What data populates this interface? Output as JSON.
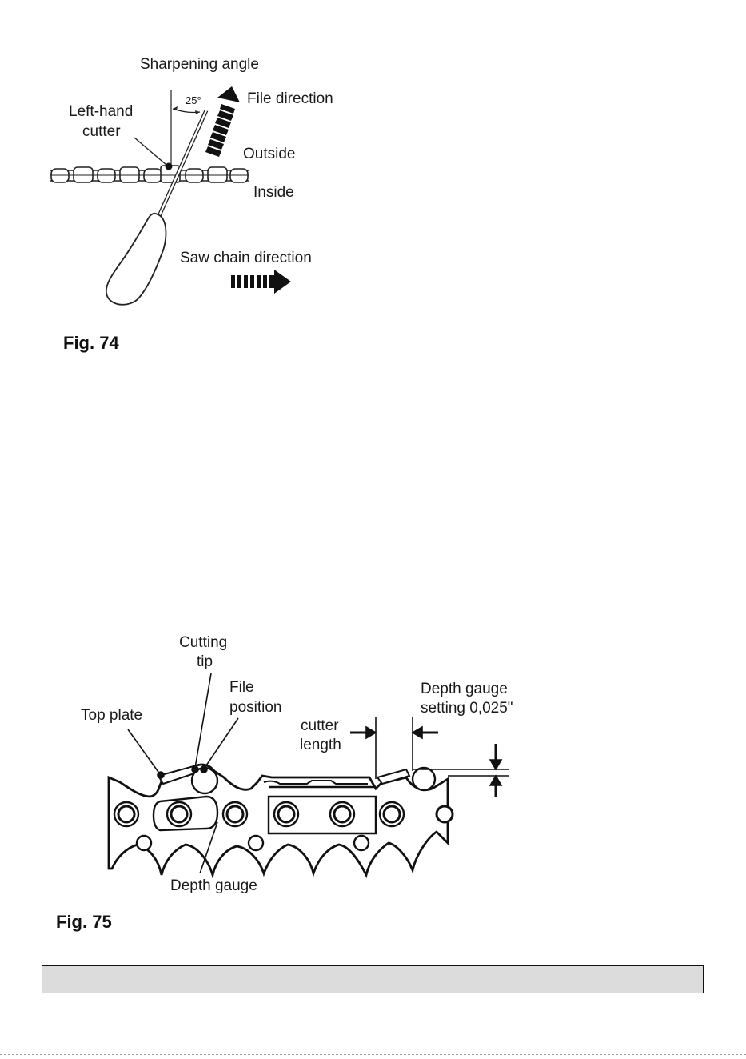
{
  "fig74": {
    "caption": "Fig. 74",
    "sharpening_angle": "Sharpening angle",
    "angle_value": "25°",
    "left_hand_cutter": [
      "Left-hand",
      "cutter"
    ],
    "file_direction": "File direction",
    "outside": "Outside",
    "inside": "Inside",
    "saw_chain_direction": "Saw chain direction"
  },
  "fig75": {
    "caption": "Fig. 75",
    "cutting_tip": [
      "Cutting",
      "tip"
    ],
    "file_position": [
      "File",
      "position"
    ],
    "top_plate": "Top plate",
    "cutter_length": [
      "cutter",
      "length"
    ],
    "depth_gauge_setting": [
      "Depth gauge",
      "setting 0,025\""
    ],
    "depth_gauge": "Depth gauge"
  }
}
